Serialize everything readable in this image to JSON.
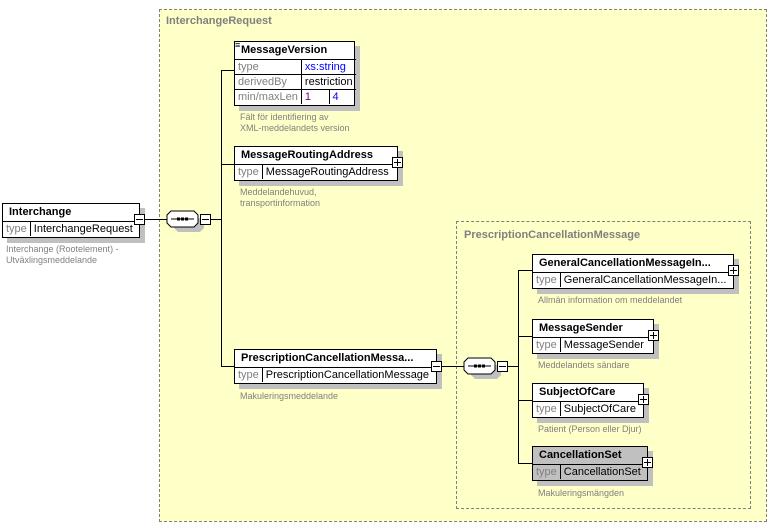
{
  "root": {
    "name": "Interchange",
    "type_label": "type",
    "type_value": "InterchangeRequest",
    "description": [
      "Interchange (Rootelement) -",
      "Utväxlingsmeddelande"
    ]
  },
  "outer_group": {
    "title": "InterchangeRequest",
    "children": {
      "message_version": {
        "name": "MessageVersion",
        "rows": [
          {
            "key": "type",
            "value": "xs:string"
          },
          {
            "key": "derivedBy",
            "value": "restriction"
          },
          {
            "key": "min/maxLen",
            "min": "1",
            "max": "4"
          }
        ],
        "description": [
          "Fält för identifiering av",
          "XML-meddelandets version"
        ]
      },
      "routing_address": {
        "name": "MessageRoutingAddress",
        "type_label": "type",
        "type_value": "MessageRoutingAddress",
        "description": [
          "Meddelandehuvud,",
          "transportinformation"
        ]
      },
      "prescription_cancellation": {
        "name": "PrescriptionCancellationMessa...",
        "type_label": "type",
        "type_value": "PrescriptionCancellationMessage",
        "description": [
          "Makuleringsmeddelande"
        ]
      }
    }
  },
  "inner_group": {
    "title": "PrescriptionCancellationMessage",
    "children": [
      {
        "name": "GeneralCancellationMessageIn...",
        "type_label": "type",
        "type_value": "GeneralCancellationMessageIn...",
        "description": "Allmän information om meddelandet"
      },
      {
        "name": "MessageSender",
        "type_label": "type",
        "type_value": "MessageSender",
        "description": "Meddelandets sändare"
      },
      {
        "name": "SubjectOfCare",
        "type_label": "type",
        "type_value": "SubjectOfCare",
        "description": "Patient (Person eller Djur)"
      },
      {
        "name": "CancellationSet",
        "type_label": "type",
        "type_value": "CancellationSet",
        "description": "Makuleringsmängden"
      }
    ]
  },
  "colors": {
    "group_fill": "#ffffc8",
    "group_border": "#808080",
    "element_fill": "#ffffff",
    "selected_fill": "#c0c0c0",
    "type_value_builtin": "#0000ff",
    "facet_value": "#800080"
  }
}
